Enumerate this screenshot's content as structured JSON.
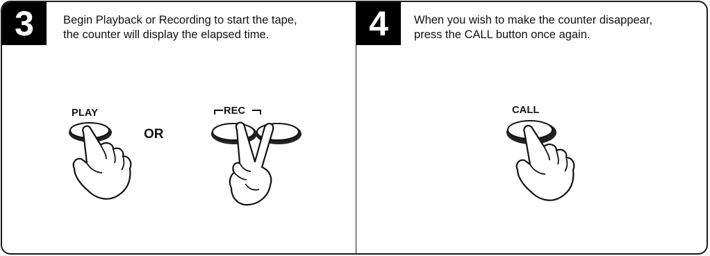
{
  "steps": [
    {
      "number": "3",
      "text": "Begin Playback or Recording to start the tape,\nthe counter will display the elapsed time.",
      "buttons": {
        "play": "PLAY",
        "or": "OR",
        "rec": "REC"
      }
    },
    {
      "number": "4",
      "text": "When you wish to make the counter disappear,\npress the CALL button once again.",
      "buttons": {
        "call": "CALL"
      }
    }
  ],
  "icons": [
    "hand-pressing-play-icon",
    "hand-pressing-rec-buttons-icon",
    "hand-pressing-call-icon"
  ]
}
